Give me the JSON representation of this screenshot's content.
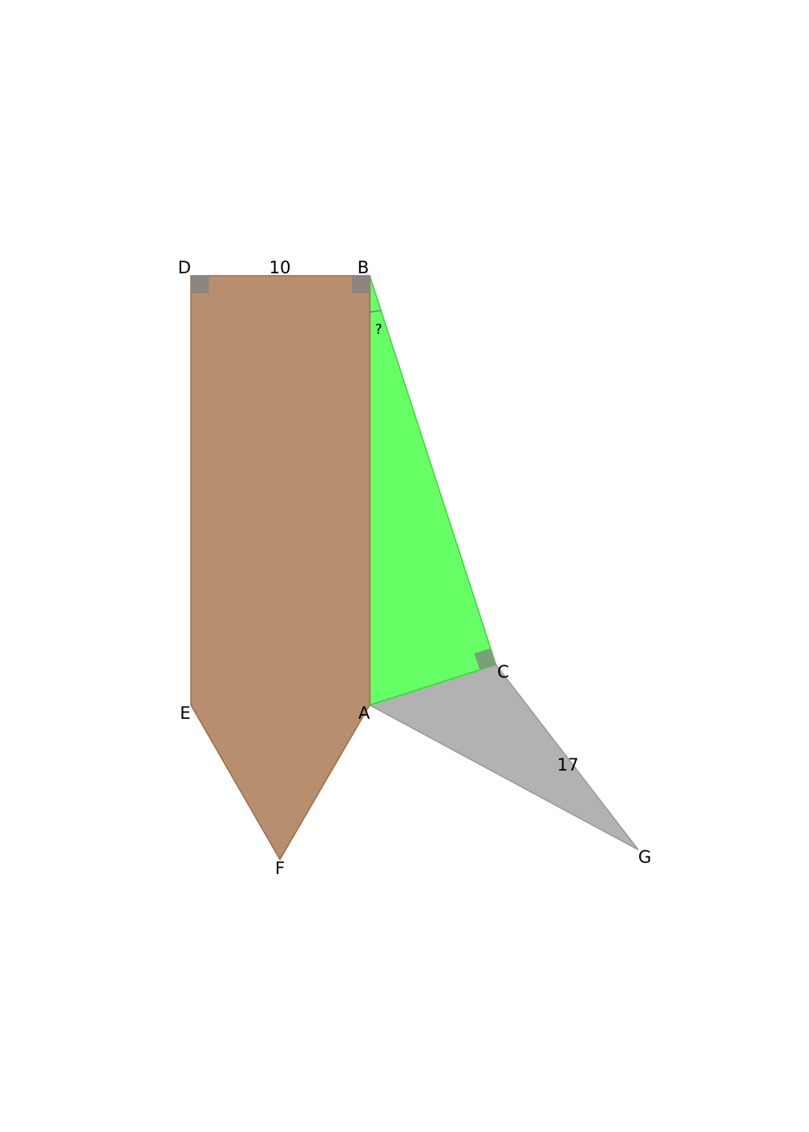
{
  "diagram": {
    "points": {
      "D": "D",
      "B": "B",
      "C": "C",
      "A": "A",
      "E": "E",
      "F": "F",
      "G": "G"
    },
    "lengths": {
      "DB": "10",
      "CG": "17"
    },
    "angle_unknown": "?",
    "colors": {
      "brown_fill": "#b78f6e",
      "brown_stroke": "#9a6d4a",
      "green_fill": "#66ff66",
      "green_stroke": "#52c552",
      "gray_fill": "#b2b2b2",
      "gray_stroke": "#999999",
      "right_angle_brown": "#8c8580",
      "right_angle_green": "#7a9e7a"
    }
  }
}
